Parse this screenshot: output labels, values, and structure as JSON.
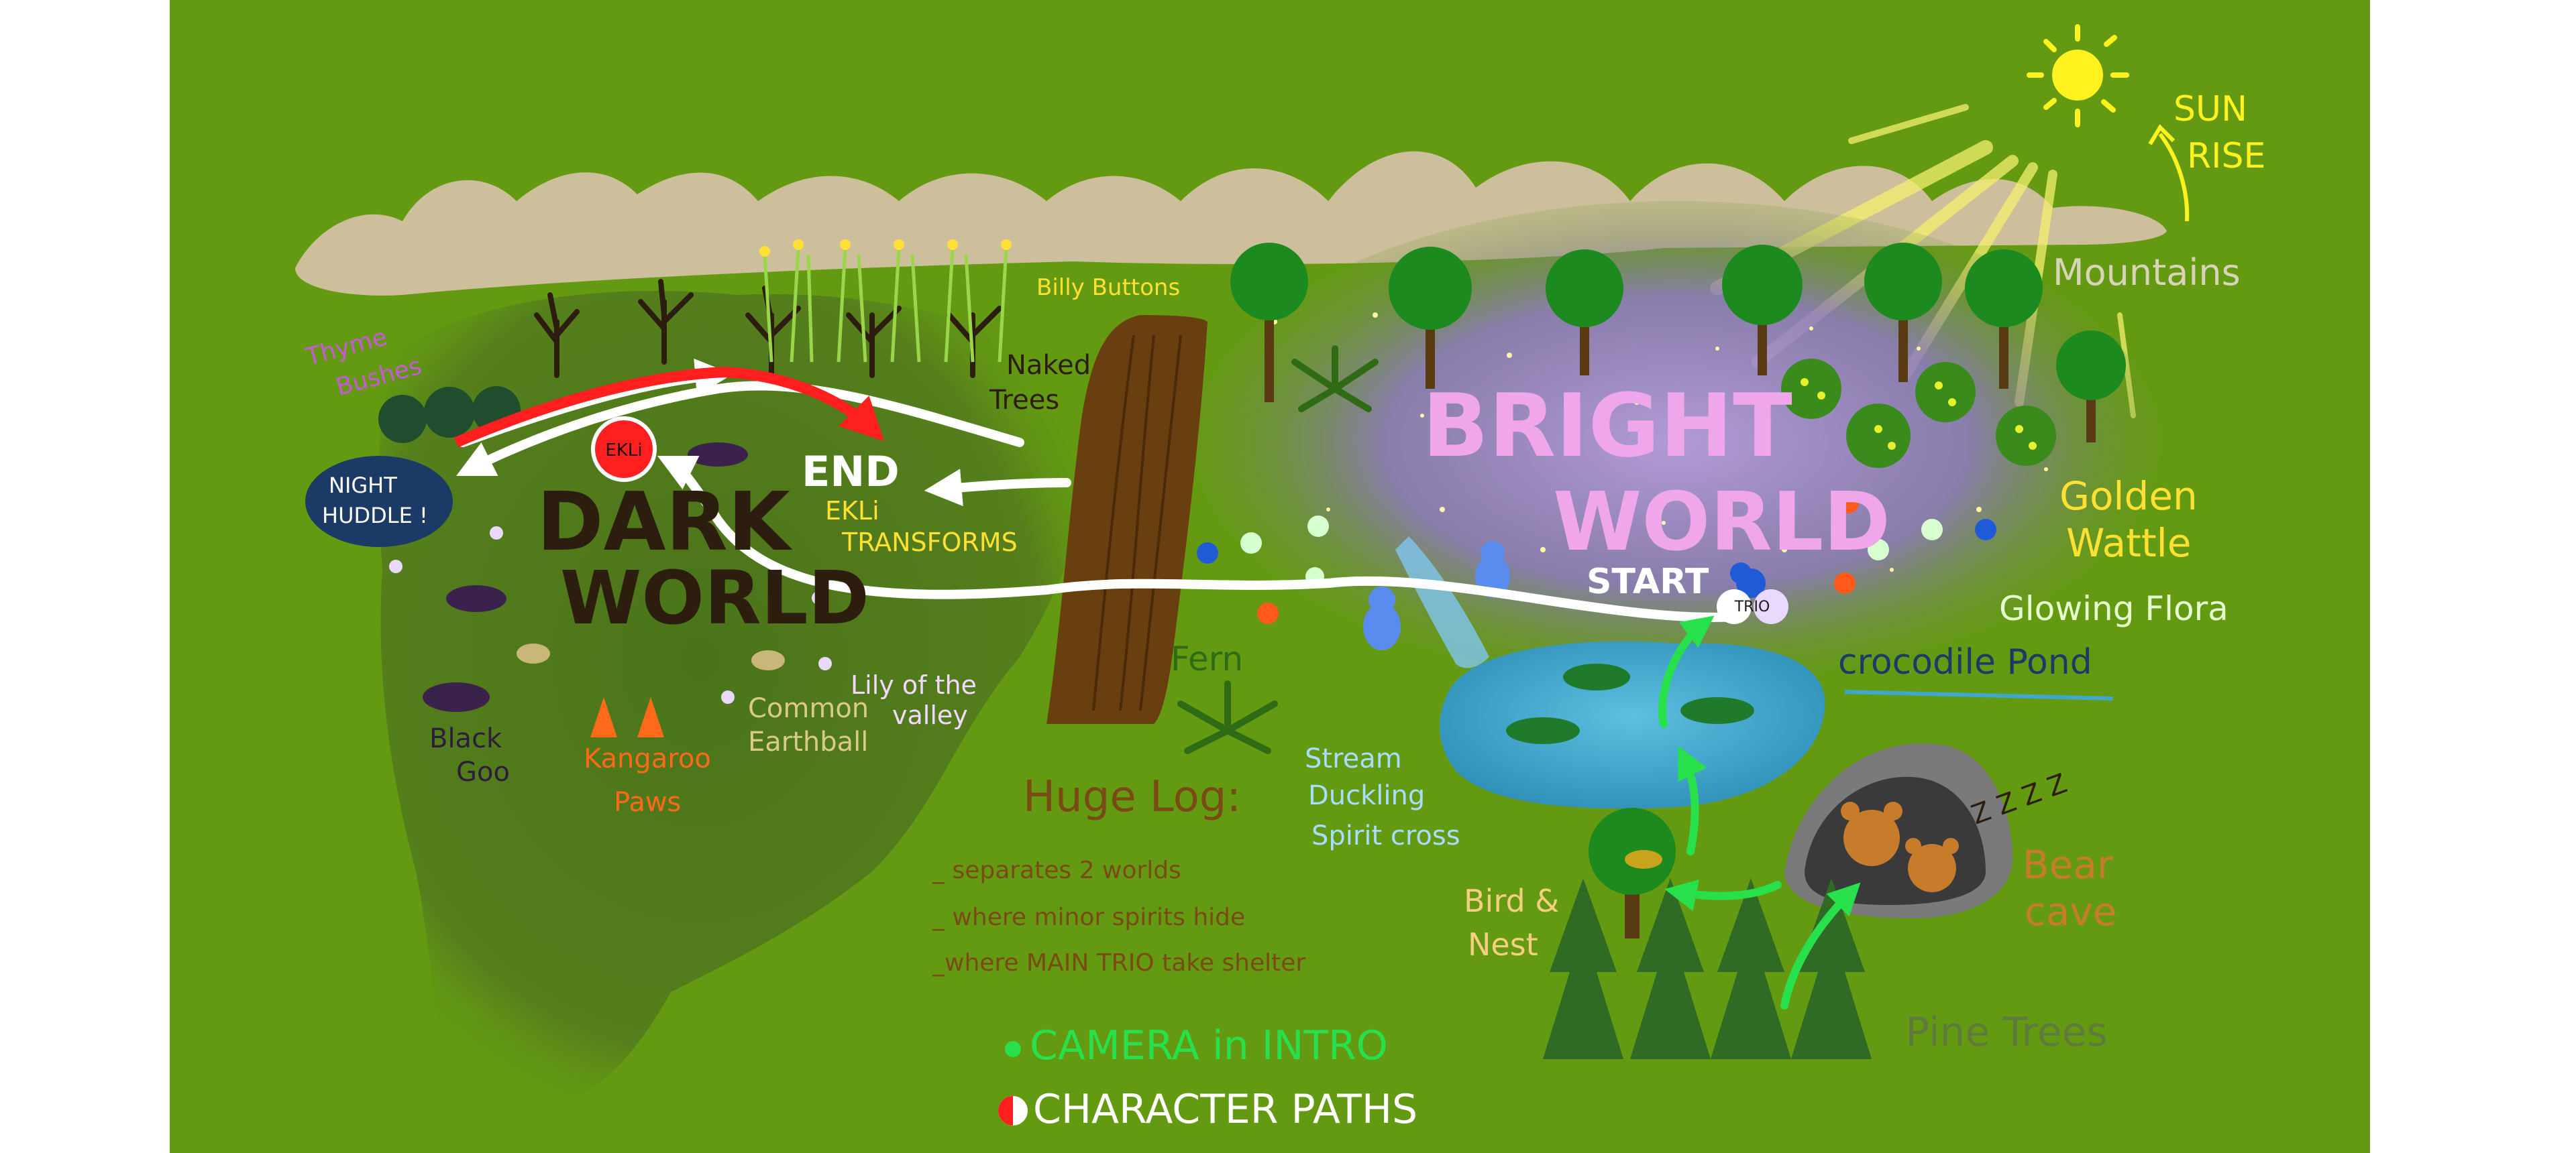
{
  "colors": {
    "background": "#ffffff",
    "grass": "#649a12",
    "dark_world": "#4f7a1a",
    "mountains": "#cdbf9b",
    "sky_sun": "#fff21e",
    "bright_glow": "#9d80c9",
    "pond": "#3fa7cc",
    "log": "#6a3f10",
    "night_huddle": "#1c3a66",
    "camera_path": "#27e04b",
    "character_path": "#ffffff",
    "ekli": "#ff1f1f"
  },
  "labels": {
    "sun_rise_1": "SUN",
    "sun_rise_2": "RISE",
    "mountains": "Mountains",
    "billy_buttons": "Billy Buttons",
    "thyme_1": "Thyme",
    "thyme_2": "Bushes",
    "naked_trees_1": "Naked",
    "naked_trees_2": "Trees",
    "night_huddle_1": "NIGHT",
    "night_huddle_2": "HUDDLE !",
    "ekli_marker": "EKLi",
    "end": "END",
    "ekli_transforms_1": "EKLi",
    "ekli_transforms_2": "TRANSFORMS",
    "dark_world_1": "DARK",
    "dark_world_2": "WORLD",
    "bright_world_1": "BRIGHT",
    "bright_world_2": "WORLD",
    "start": "START",
    "trio": "TRIO",
    "golden_wattle_1": "Golden",
    "golden_wattle_2": "Wattle",
    "glowing_flora": "Glowing Flora",
    "crocodile_pond": "crocodile Pond",
    "fern": "Fern",
    "stream_1": "Stream",
    "stream_2": "Duckling",
    "stream_3": "Spirit cross",
    "black_goo_1": "Black",
    "black_goo_2": "Goo",
    "kangaroo_1": "Kangaroo",
    "kangaroo_2": "Paws",
    "earthball_1": "Common",
    "earthball_2": "Earthball",
    "lily_1": "Lily of the",
    "lily_2": "valley",
    "huge_log_title": "Huge Log:",
    "huge_log_note_1": "_ separates 2 worlds",
    "huge_log_note_2": "_ where minor spirits hide",
    "huge_log_note_3": "_where MAIN TRIO take shelter",
    "bird_nest_1": "Bird &",
    "bird_nest_2": "Nest",
    "bear_cave_1": "Bear",
    "bear_cave_2": "cave",
    "zzz": "Z Z Z Z",
    "pine_trees": "Pine Trees"
  },
  "legend": {
    "camera": "CAMERA in INTRO",
    "character": "CHARACTER PATHS"
  }
}
